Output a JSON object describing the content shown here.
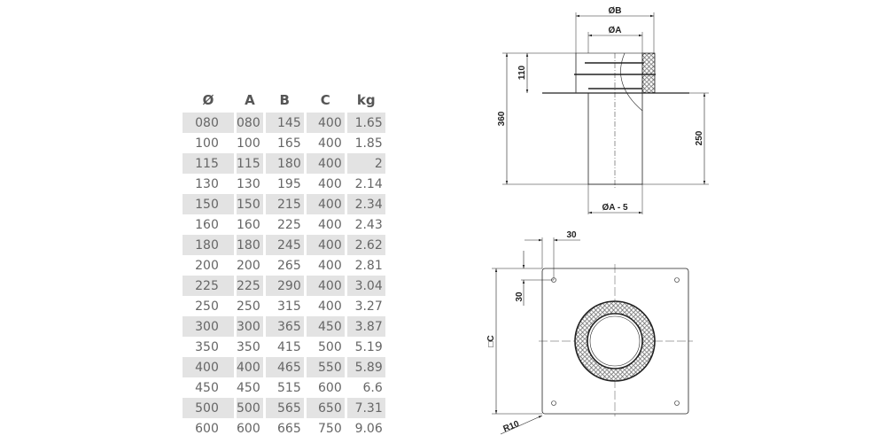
{
  "table": {
    "headers": [
      "Ø",
      "A",
      "B",
      "C",
      "kg"
    ],
    "rows": [
      [
        "080",
        "080",
        "145",
        "400",
        "1.65"
      ],
      [
        "100",
        "100",
        "165",
        "400",
        "1.85"
      ],
      [
        "115",
        "115",
        "180",
        "400",
        "2"
      ],
      [
        "130",
        "130",
        "195",
        "400",
        "2.14"
      ],
      [
        "150",
        "150",
        "215",
        "400",
        "2.34"
      ],
      [
        "160",
        "160",
        "225",
        "400",
        "2.43"
      ],
      [
        "180",
        "180",
        "245",
        "400",
        "2.62"
      ],
      [
        "200",
        "200",
        "265",
        "400",
        "2.81"
      ],
      [
        "225",
        "225",
        "290",
        "400",
        "3.04"
      ],
      [
        "250",
        "250",
        "315",
        "400",
        "3.27"
      ],
      [
        "300",
        "300",
        "365",
        "450",
        "3.87"
      ],
      [
        "350",
        "350",
        "415",
        "500",
        "5.19"
      ],
      [
        "400",
        "400",
        "465",
        "550",
        "5.89"
      ],
      [
        "450",
        "450",
        "515",
        "600",
        "6.6"
      ],
      [
        "500",
        "500",
        "565",
        "650",
        "7.31"
      ],
      [
        "600",
        "600",
        "665",
        "750",
        "9.06"
      ]
    ]
  },
  "side_view": {
    "dim_b": "ØB",
    "dim_a": "ØA",
    "dim_110": "110",
    "dim_360": "360",
    "dim_250": "250",
    "dim_a_minus_5": "ØA - 5"
  },
  "top_view": {
    "dim_30_h": "30",
    "dim_30_v": "30",
    "dim_c": "□C",
    "dim_r10": "R10"
  }
}
